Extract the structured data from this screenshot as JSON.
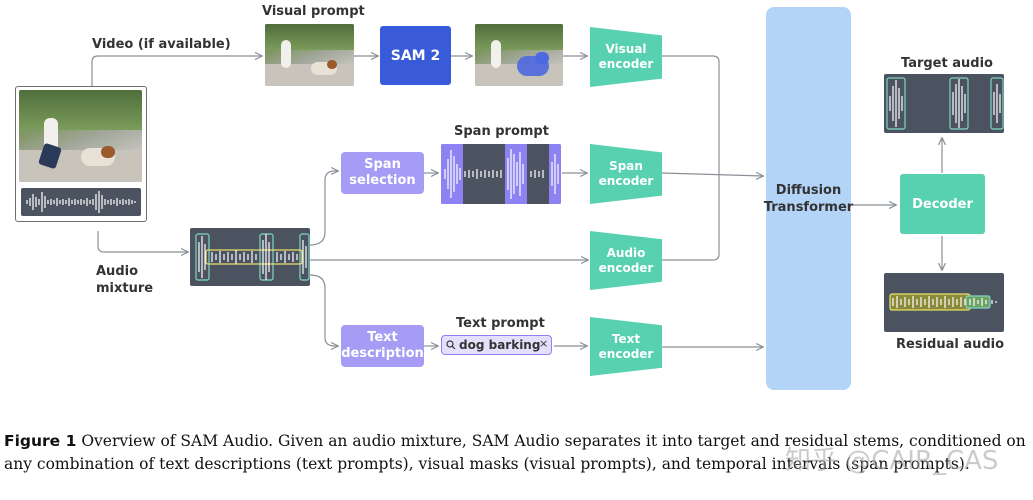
{
  "labels": {
    "video": "Video (if available)",
    "visual_prompt": "Visual prompt",
    "span_prompt": "Span prompt",
    "text_prompt": "Text prompt",
    "audio_mixture": "Audio\nmixture",
    "target_audio": "Target audio",
    "residual_audio": "Residual audio"
  },
  "boxes": {
    "sam2": "SAM 2",
    "span_selection": "Span\nselection",
    "text_description": "Text\ndescription",
    "visual_encoder": "Visual\nencoder",
    "span_encoder": "Span\nencoder",
    "audio_encoder": "Audio\nencoder",
    "text_encoder": "Text\nencoder",
    "diffusion_transformer": "Diffusion\nTransformer",
    "decoder": "Decoder"
  },
  "text_prompt_chip": {
    "value": "dog barking",
    "search_icon": "search-icon",
    "close_icon": "close-icon"
  },
  "caption": {
    "figure_label": "Figure 1",
    "text": "Overview of SAM Audio. Given an audio mixture, SAM Audio separates it into target and residual stems, conditioned on any combination of text descriptions (text prompts), visual masks (visual prompts), and temporal intervals (span prompts)."
  },
  "watermark": "知乎 @CAIR_CAS",
  "colors": {
    "purple_box": "#a79cf5",
    "encoder": "#57d1b0",
    "sam2": "#3a5bd9",
    "diffusion": "#b3d3f7",
    "audio_bg": "#4b5260",
    "highlight_teal": "#7fd6c3",
    "highlight_yellow": "#e8e06a",
    "highlight_purple": "#8c82f2"
  }
}
